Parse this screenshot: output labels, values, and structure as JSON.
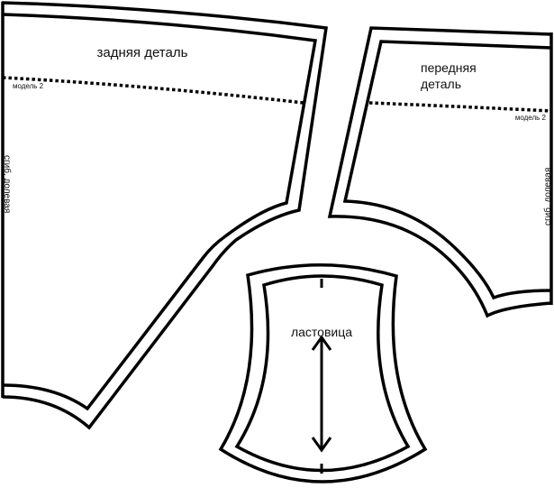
{
  "back_piece": {
    "title": "задняя деталь",
    "model_line_label": "модель 2",
    "fold_label": "сгиб, долевая"
  },
  "front_piece": {
    "title_line1": "передняя",
    "title_line2": "деталь",
    "model_line_label": "модель 2",
    "fold_label": "сгиб, долевая"
  },
  "gusset": {
    "title": "ластовица"
  },
  "colors": {
    "line": "#000000",
    "background": "#ffffff"
  }
}
